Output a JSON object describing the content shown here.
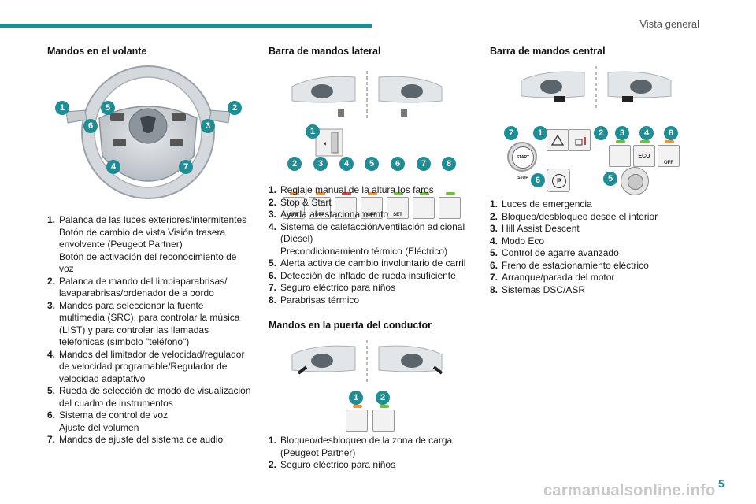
{
  "header": {
    "section_title": "Vista general",
    "accent_color": "#1f8d94"
  },
  "steering": {
    "title": "Mandos en el volante",
    "badges": [
      "1",
      "2",
      "3",
      "4",
      "5",
      "6",
      "7"
    ],
    "items": [
      {
        "num": "1.",
        "lines": [
          "Palanca de las luces exteriores/intermitentes",
          "Botón de cambio de vista Visión trasera",
          "envolvente (Peugeot Partner)",
          "Botón de activación del reconocimiento de",
          "voz"
        ]
      },
      {
        "num": "2.",
        "lines": [
          "Palanca de mando del limpiaparabrisas/",
          "lavaparabrisas/ordenador de a bordo"
        ]
      },
      {
        "num": "3.",
        "lines": [
          "Mandos para seleccionar la fuente",
          "multimedia (SRC), para controlar la música",
          "(LIST) y para controlar las llamadas",
          "telefónicas (símbolo \"teléfono\")"
        ]
      },
      {
        "num": "4.",
        "lines": [
          "Mandos del limitador de velocidad/regulador",
          "de velocidad programable/Regulador de",
          "velocidad adaptativo"
        ]
      },
      {
        "num": "5.",
        "lines": [
          "Rueda de selección de modo de visualización",
          "del cuadro de instrumentos"
        ]
      },
      {
        "num": "6.",
        "lines": [
          "Sistema de control de voz",
          "Ajuste del volumen"
        ]
      },
      {
        "num": "7.",
        "lines": [
          "Mandos de ajuste del sistema de audio"
        ]
      }
    ]
  },
  "lateral": {
    "title": "Barra de mandos lateral",
    "badges": [
      "1",
      "2",
      "3",
      "4",
      "5",
      "6",
      "7",
      "8"
    ],
    "button_labels": [
      "OFF",
      "OFF",
      "",
      "OFF",
      "SET",
      "",
      ""
    ],
    "items": [
      {
        "num": "1.",
        "lines": [
          "Reglaje manual de la altura los faros"
        ]
      },
      {
        "num": "2.",
        "lines": [
          "Stop & Start"
        ]
      },
      {
        "num": "3.",
        "lines": [
          "Ayuda al estacionamiento"
        ]
      },
      {
        "num": "4.",
        "lines": [
          "Sistema de calefacción/ventilación adicional",
          "(Diésel)",
          "Precondicionamiento térmico (Eléctrico)"
        ]
      },
      {
        "num": "5.",
        "lines": [
          "Alerta activa de cambio involuntario de carril"
        ]
      },
      {
        "num": "6.",
        "lines": [
          "Detección de inflado de rueda insuficiente"
        ]
      },
      {
        "num": "7.",
        "lines": [
          "Seguro eléctrico para niños"
        ]
      },
      {
        "num": "8.",
        "lines": [
          "Parabrisas térmico"
        ]
      }
    ]
  },
  "door": {
    "title": "Mandos en la puerta del conductor",
    "badges": [
      "1",
      "2"
    ],
    "items": [
      {
        "num": "1.",
        "lines": [
          "Bloqueo/desbloqueo de la zona de carga",
          "(Peugeot Partner)"
        ]
      },
      {
        "num": "2.",
        "lines": [
          "Seguro eléctrico para niños"
        ]
      }
    ]
  },
  "central": {
    "title": "Barra de mandos central",
    "badges": [
      "7",
      "1",
      "2",
      "3",
      "4",
      "8",
      "6",
      "5"
    ],
    "start_stop_label": "START STOP",
    "eco_label": "ECO",
    "off_label": "OFF",
    "park_label": "P",
    "items": [
      {
        "num": "1.",
        "lines": [
          "Luces de emergencia"
        ]
      },
      {
        "num": "2.",
        "lines": [
          "Bloqueo/desbloqueo desde el interior"
        ]
      },
      {
        "num": "3.",
        "lines": [
          "Hill Assist Descent"
        ]
      },
      {
        "num": "4.",
        "lines": [
          "Modo Eco"
        ]
      },
      {
        "num": "5.",
        "lines": [
          "Control de agarre avanzado"
        ]
      },
      {
        "num": "6.",
        "lines": [
          "Freno de estacionamiento eléctrico"
        ]
      },
      {
        "num": "7.",
        "lines": [
          "Arranque/parada del motor"
        ]
      },
      {
        "num": "8.",
        "lines": [
          "Sistemas DSC/ASR"
        ]
      }
    ]
  },
  "footer": {
    "page_number": "5",
    "watermark": "carmanualsonline.info"
  }
}
